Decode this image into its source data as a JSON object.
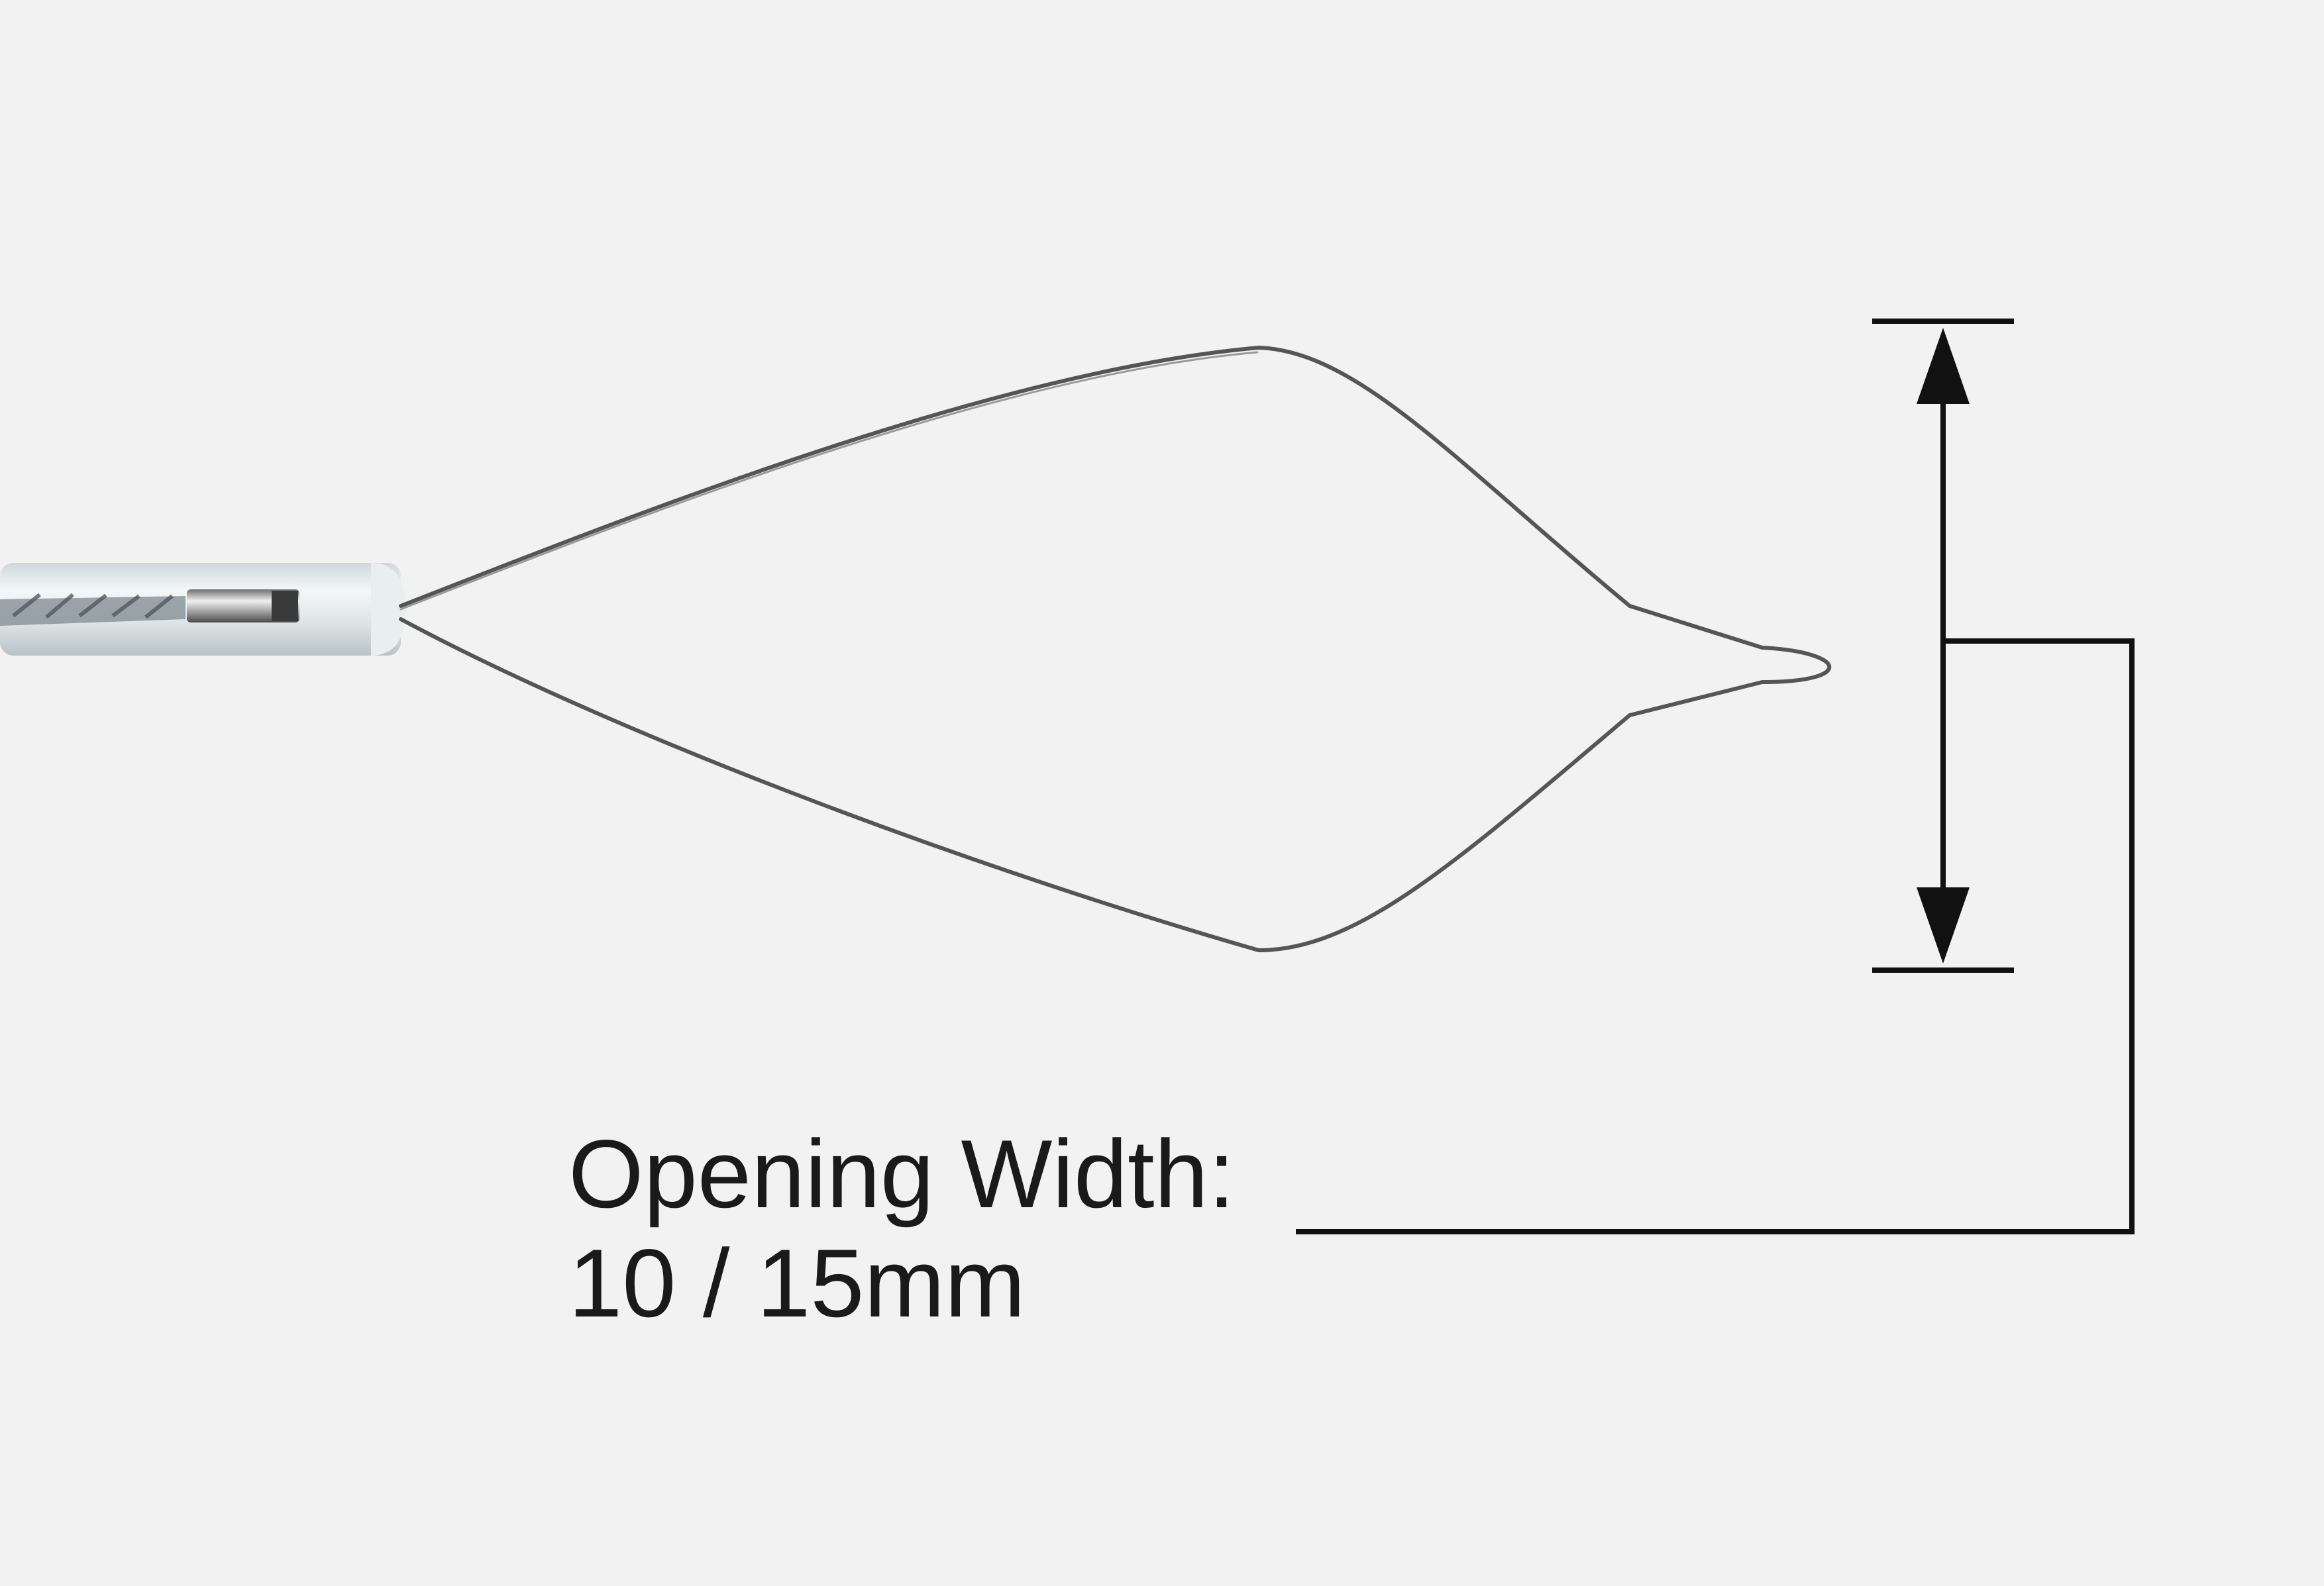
{
  "annotation": {
    "label_line1": "Opening Width:",
    "label_line2": "10 / 15mm"
  },
  "colors": {
    "background": "#f2f2f2",
    "ink": "#111111",
    "wire": "#5a5a5a",
    "sheath": "#dfe6e8"
  },
  "icons": {
    "dimension_arrows": "double-headed vertical arrow"
  }
}
